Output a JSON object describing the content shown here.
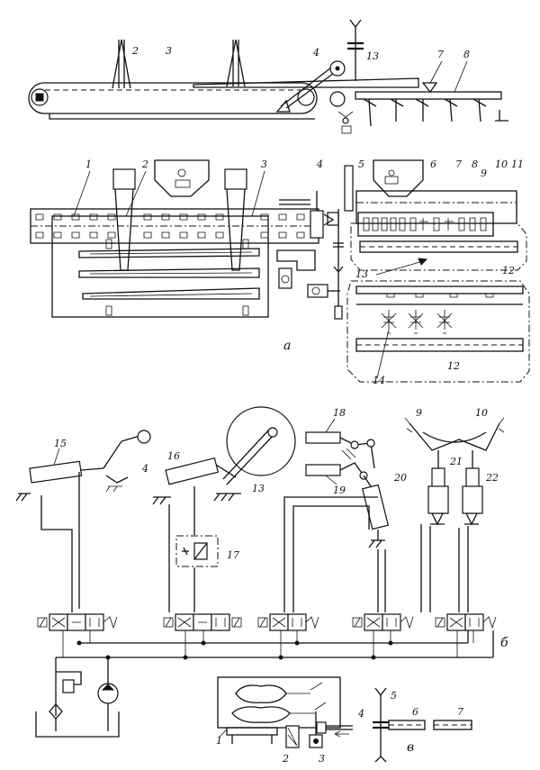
{
  "figure": {
    "panel_a": {
      "sublabel": "а",
      "top_view_labels": [
        "2",
        "3",
        "4",
        "13",
        "7",
        "8"
      ],
      "plan_view_labels": [
        "1",
        "2",
        "3",
        "4",
        "5",
        "6",
        "7",
        "8",
        "9",
        "10",
        "11",
        "12",
        "13",
        "14",
        "12"
      ]
    },
    "panel_b": {
      "sublabel": "б",
      "labels": [
        "15",
        "4",
        "16",
        "13",
        "17",
        "18",
        "19",
        "20",
        "9",
        "10",
        "21",
        "22"
      ]
    },
    "panel_v": {
      "sublabel": "в",
      "labels": [
        "1",
        "2",
        "3",
        "4",
        "5",
        "6",
        "7"
      ]
    }
  }
}
